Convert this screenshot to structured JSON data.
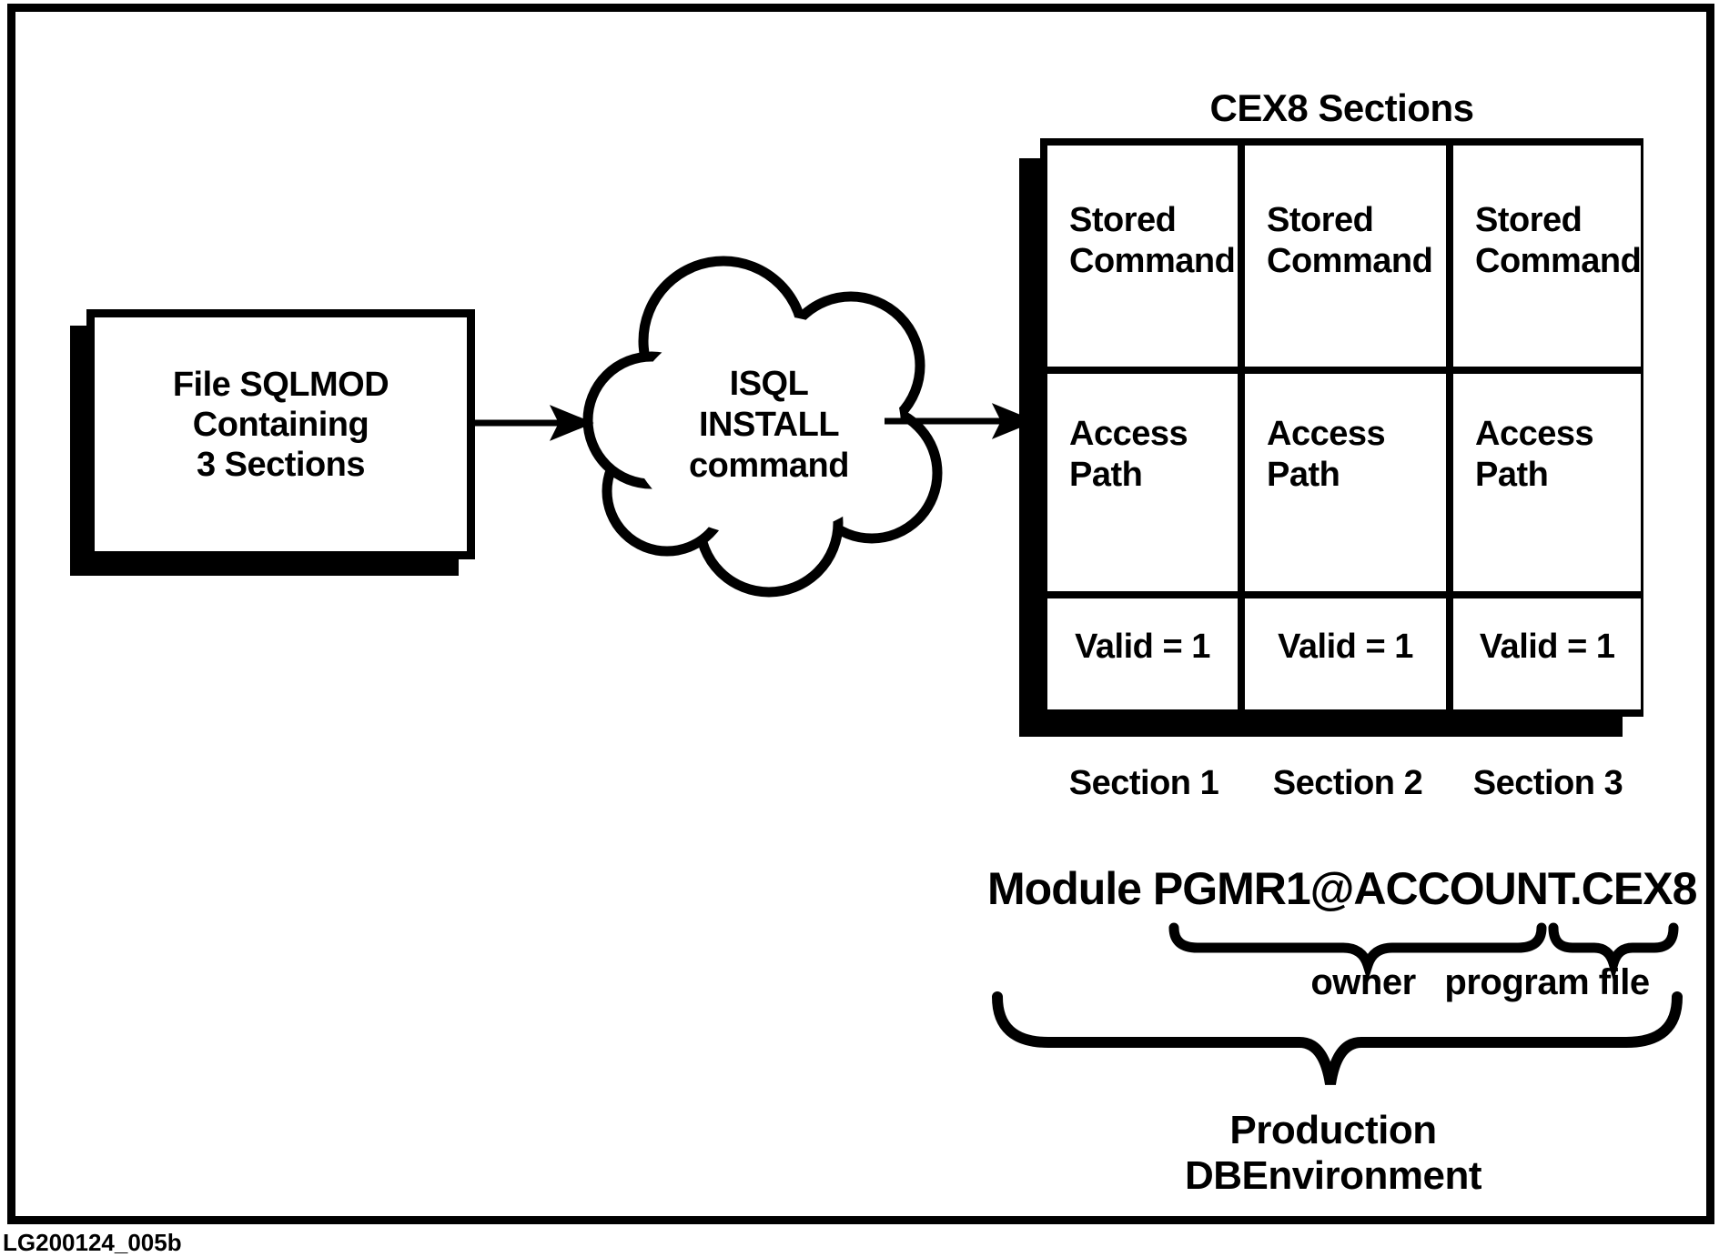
{
  "figure_id": "LG200124_005b",
  "colors": {
    "ink": "#000000",
    "paper": "#ffffff"
  },
  "source_box": {
    "lines": [
      "File SQLMOD",
      "Containing",
      "3 Sections"
    ]
  },
  "process_cloud": {
    "lines": [
      "ISQL",
      "INSTALL",
      "command"
    ]
  },
  "sections_table": {
    "title": "CEX8 Sections",
    "rows": [
      {
        "cells": [
          "Stored\nCommand",
          "Stored\nCommand",
          "Stored\nCommand"
        ]
      },
      {
        "cells": [
          "Access\nPath",
          "Access\nPath",
          "Access\nPath"
        ]
      },
      {
        "cells": [
          "Valid = 1",
          "Valid = 1",
          "Valid = 1"
        ]
      }
    ],
    "section_labels": [
      "Section 1",
      "Section 2",
      "Section 3"
    ]
  },
  "module": {
    "text": "Module PGMR1@ACCOUNT.CEX8",
    "owner_label": "owner",
    "program_file_label": "program file",
    "environment_label": "Production DBEnvironment"
  }
}
